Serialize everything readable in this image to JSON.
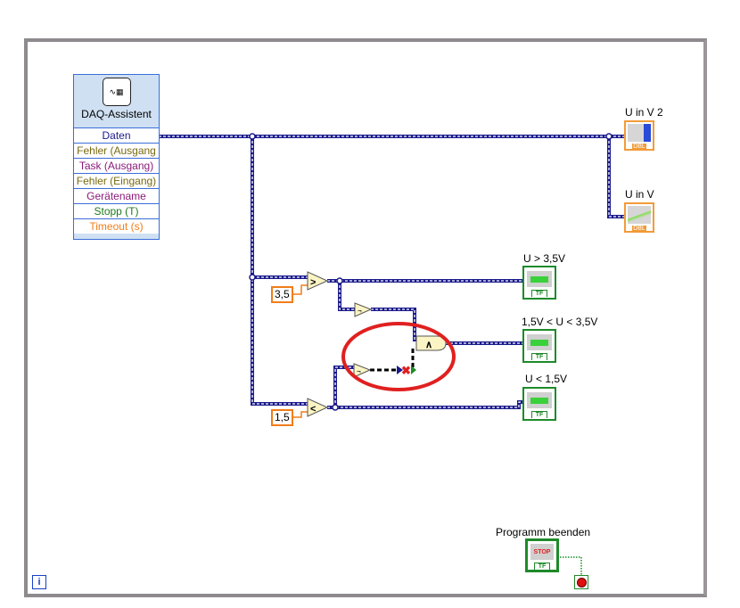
{
  "daq": {
    "title": "DAQ-Assistent",
    "rows": [
      {
        "label": "Daten",
        "color": "#1a1a8c"
      },
      {
        "label": "Fehler (Ausgang",
        "color": "#7a6a10"
      },
      {
        "label": "Task (Ausgang)",
        "color": "#8a1a7a"
      },
      {
        "label": "Fehler (Eingang)",
        "color": "#7a6a10"
      },
      {
        "label": "Gerätename",
        "color": "#8a1a7a"
      },
      {
        "label": "Stopp (T)",
        "color": "#1e7a1e"
      },
      {
        "label": "Timeout (s)",
        "color": "#f07d1a"
      }
    ]
  },
  "constants": {
    "upper": "3,5",
    "lower": "1,5"
  },
  "indicators": {
    "u_in_v2": "U in V 2",
    "u_in_v": "U in V",
    "above": "U > 3,5V",
    "between": "1,5V < U < 3,5V",
    "below": "U < 1,5V",
    "type_dbl": "DBL",
    "type_tf": "TF"
  },
  "stop": {
    "label": "Programm beenden",
    "button": "STOP",
    "type": "TF"
  },
  "gates": {
    "gt": ">",
    "lt": "<",
    "and": "∧",
    "not": "¬"
  },
  "info": "i"
}
